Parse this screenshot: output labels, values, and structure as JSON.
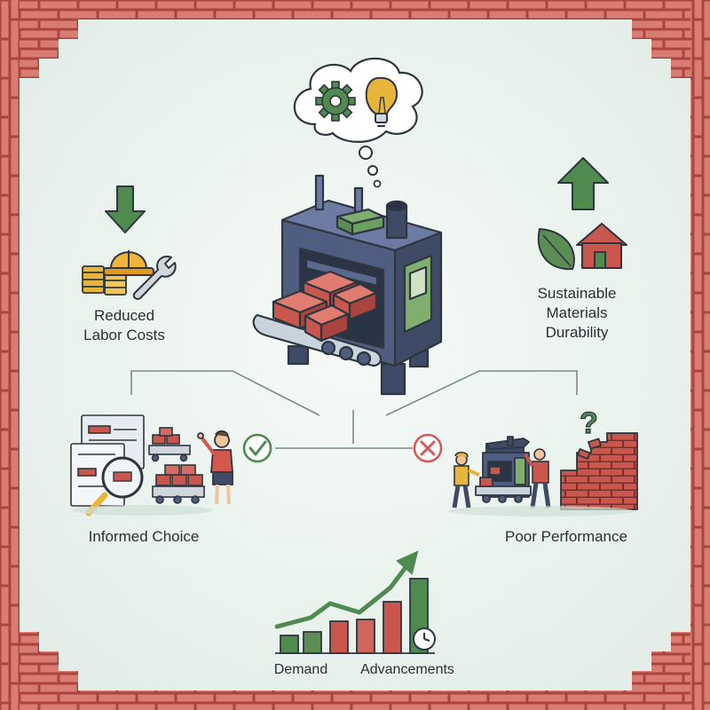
{
  "labels": {
    "reduced_line1": "Reduced",
    "reduced_line2": "Labor Costs",
    "sustainable_line1": "Sustainable",
    "sustainable_line2": "Materials",
    "sustainable_line3": "Durability",
    "informed_choice": "Informed Choice",
    "poor_performance": "Poor Performance",
    "demand": "Demand",
    "advancements": "Advancements"
  },
  "glyphs": {
    "question_mark": "?"
  },
  "colors": {
    "border_brick": "#d97d72",
    "brick": "#c9574e",
    "green": "#4f8a4f",
    "machine_blue": "#4f5d80",
    "panel_green": "#7fae6f",
    "gold": "#e7b53c",
    "red_x": "#d65a5a",
    "background": "#e9f2ee"
  },
  "icons": [
    "gear-icon",
    "lightbulb-icon",
    "down-arrow-icon",
    "hard-hat-icon",
    "wrench-icon",
    "coins-icon",
    "up-arrow-icon",
    "leaf-icon",
    "house-icon",
    "check-icon",
    "cross-icon",
    "magnifier-icon",
    "clock-icon",
    "question-icon"
  ]
}
